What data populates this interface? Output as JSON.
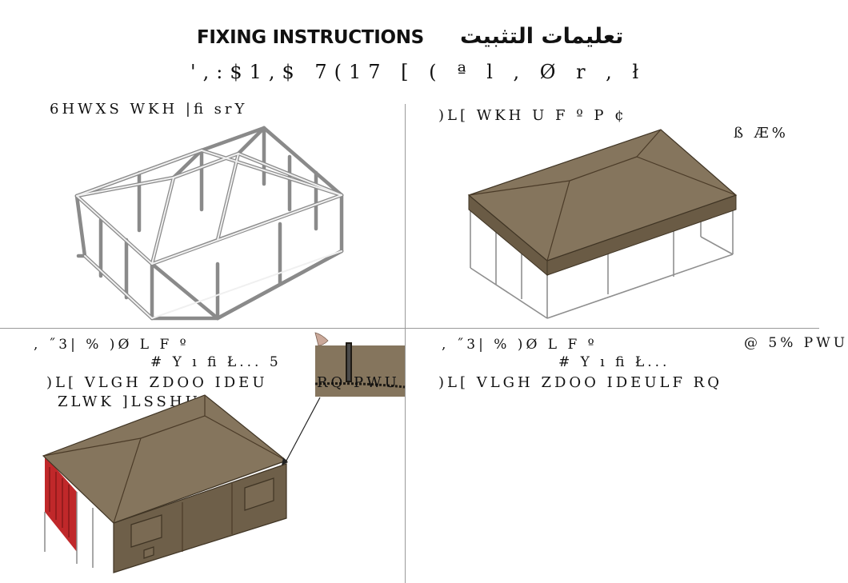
{
  "title": {
    "english": "FIXING INSTRUCTIONS",
    "arabic": "تعليمات التثبيت",
    "garbled": "',:$1,$ 7(17 [ ( ª l , Ø r , ł"
  },
  "steps": [
    {
      "caption_line1": "6HWXS WKH |ﬁ srY",
      "caption_line2": ""
    },
    {
      "caption_line1": ")L[ WKH U F º P ¢",
      "caption_line2": "ß Æ%"
    },
    {
      "caption_line1": ", ˝3| % )Ø L F º",
      "caption_line2": "# Y ı ﬁ Ł... 5",
      "caption_line3": ")L[ VLGH ZDOO IDEU",
      "caption_line4": "ZLWK ]LSSHU",
      "inset_text": "RQ PWU"
    },
    {
      "caption_line1": ", ˝3| % )Ø L F º",
      "caption_line2": "# Y ı ﬁ Ł...",
      "caption_line3": ")L[ VLGH ZDOO IDEULF RQ",
      "inset_text": "@ 5% PWU"
    }
  ],
  "colors": {
    "canvas": "#85755d",
    "canvas_dark": "#6e5f49",
    "frame": "#8a8a8a",
    "lining": "#c0282a"
  },
  "icons": [
    "tent-frame-drawing",
    "tent-roof-drawing",
    "tent-walls-drawing",
    "zipper-detail",
    "hand-icon",
    "pointer-arrow"
  ]
}
